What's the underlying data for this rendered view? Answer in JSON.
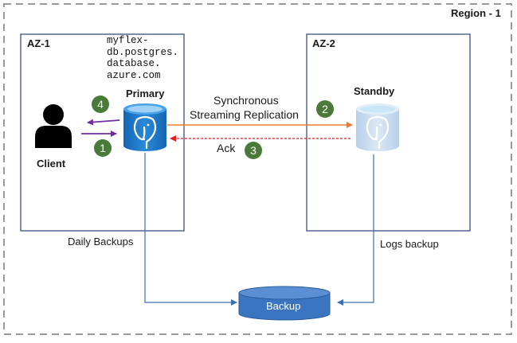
{
  "region": {
    "label": "Region - 1"
  },
  "az1": {
    "label": "AZ-1",
    "hostname_lines": [
      "myflex-",
      "db.postgres.",
      "database.",
      "azure.com"
    ]
  },
  "az2": {
    "label": "AZ-2"
  },
  "client": {
    "label": "Client"
  },
  "primary": {
    "label": "Primary"
  },
  "standby": {
    "label": "Standby"
  },
  "replication": {
    "line1": "Synchronous",
    "line2": "Streaming Replication",
    "ack": "Ack"
  },
  "steps": [
    "1",
    "2",
    "3",
    "4"
  ],
  "backup": {
    "label": "Backup",
    "daily": "Daily Backups",
    "logs": "Logs backup"
  },
  "colors": {
    "primary_db": "#1b74c4",
    "standby_db": "#c7dcf0",
    "backup_db": "#3c75bf",
    "client_arrows": "#7030a0",
    "replication_arrow": "#ed7d31",
    "ack_arrow": "#e02020",
    "backup_lines": "#3a6fb5",
    "step_badge": "#4a7a3a"
  }
}
